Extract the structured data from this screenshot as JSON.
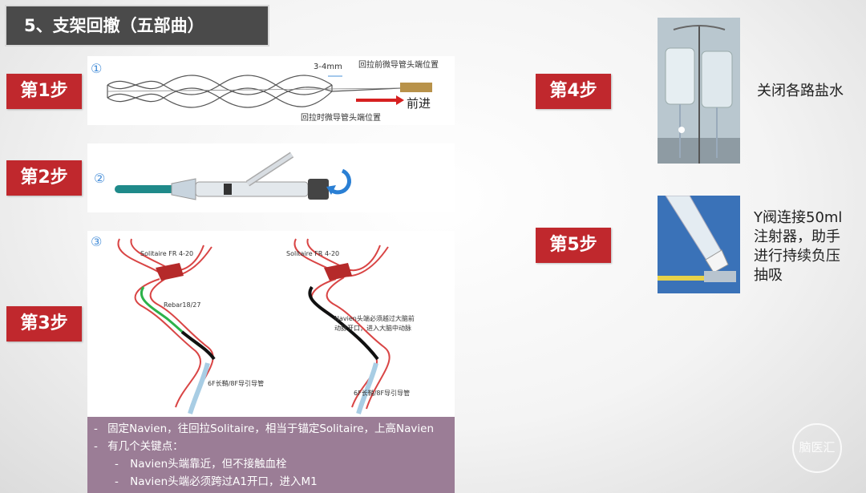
{
  "title": "5、支架回撤（五部曲）",
  "steps": [
    "第1步",
    "第2步",
    "第3步",
    "第4步",
    "第5步"
  ],
  "panel1": {
    "marker": "①",
    "label_3_4mm": "3-4mm",
    "label_before": "回拉前微导管头端位置",
    "label_after": "回拉时微导管头端位置",
    "label_forward": "前进"
  },
  "panel2": {
    "marker": "②"
  },
  "panel3": {
    "marker": "③",
    "left_solitaire": "Solitaire FR 4-20",
    "left_rebar": "Rebar18/27",
    "left_guide": "6F长鞘/8F导引导管",
    "right_solitaire": "Solitaire FR 4-20",
    "right_note_1": "Navien头端必须越过大脑前",
    "right_note_2": "动脉开口，进入大脑中动脉",
    "right_guide": "6F长鞘/8F导引导管"
  },
  "notes": [
    {
      "bullet": "-",
      "indent": 0,
      "text": "固定Navien，往回拉Solitaire，相当于锚定Solitaire，上高Navien"
    },
    {
      "bullet": "-",
      "indent": 0,
      "text": "有几个关键点："
    },
    {
      "bullet": "-",
      "indent": 1,
      "text": "Navien头端靠近，但不接触血栓"
    },
    {
      "bullet": "-",
      "indent": 1,
      "text": "Navien头端必须跨过A1开口，进入M1"
    }
  ],
  "step4_text": "关闭各路盐水",
  "step5_text": [
    "Y阀连接50ml",
    "注射器，助手",
    "进行持续负压",
    "抽吸"
  ],
  "watermark": "脑医汇",
  "colors": {
    "step_red": "#c0282d",
    "title_bg": "#4a4a4a",
    "note_bg": "#9b7d96",
    "accent_blue": "#4a90d9",
    "arrow_red": "#d62020",
    "catheter_teal": "#1f8a8a"
  }
}
